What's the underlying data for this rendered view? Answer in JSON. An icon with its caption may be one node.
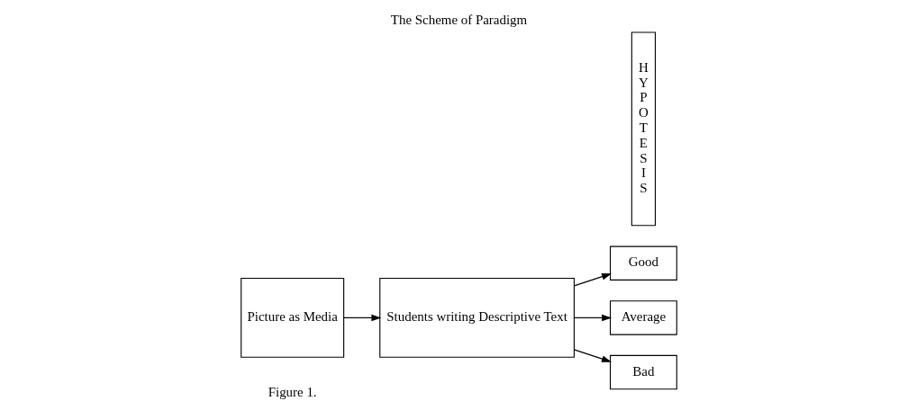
{
  "diagram": {
    "title": "The Scheme of Paradigm",
    "nodes": [
      {
        "text": [
          "Picture as Media"
        ]
      },
      {
        "text": [
          "Students writing Descriptive Text"
        ]
      },
      {
        "text": [
          "Good"
        ]
      },
      {
        "text": [
          "Average"
        ]
      },
      {
        "text": [
          "Bad"
        ]
      },
      {
        "text": [
          "H Y P O T E S I S"
        ]
      }
    ],
    "edges": [
      {
        "from": 0,
        "to": 1,
        "arrow": "to"
      },
      {
        "from": 1,
        "to": 2,
        "arrow": "to"
      },
      {
        "from": 1,
        "to": 3,
        "arrow": "to"
      },
      {
        "from": 1,
        "to": 4,
        "arrow": "to"
      }
    ],
    "labels": [
      "Figure 1."
    ]
  }
}
